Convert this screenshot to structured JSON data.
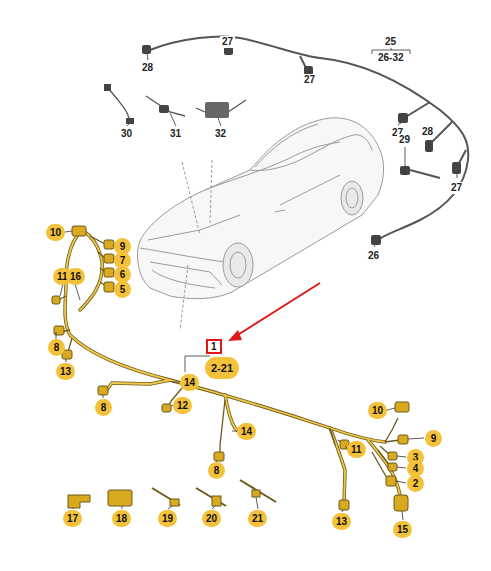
{
  "diagram": {
    "nodes": [
      {
        "text": [
          "10"
        ]
      },
      {
        "text": [
          "9"
        ]
      },
      {
        "text": [
          "7"
        ]
      },
      {
        "text": [
          "6"
        ]
      },
      {
        "text": [
          "11"
        ]
      },
      {
        "text": [
          "16"
        ]
      },
      {
        "text": [
          "5"
        ]
      },
      {
        "text": [
          "1"
        ]
      },
      {
        "text": [
          "8"
        ]
      },
      {
        "text": [
          "2-21"
        ]
      },
      {
        "text": [
          "13"
        ]
      },
      {
        "text": [
          "14"
        ]
      },
      {
        "text": [
          "12"
        ]
      },
      {
        "text": [
          "8"
        ]
      },
      {
        "text": [
          "10"
        ]
      },
      {
        "text": [
          "14"
        ]
      },
      {
        "text": [
          "9"
        ]
      },
      {
        "text": [
          "11"
        ]
      },
      {
        "text": [
          "3"
        ]
      },
      {
        "text": [
          "4"
        ]
      },
      {
        "text": [
          "8"
        ]
      },
      {
        "text": [
          "2"
        ]
      },
      {
        "text": [
          "17"
        ]
      },
      {
        "text": [
          "18"
        ]
      },
      {
        "text": [
          "19"
        ]
      },
      {
        "text": [
          "20"
        ]
      },
      {
        "text": [
          "21"
        ]
      },
      {
        "text": [
          "13"
        ]
      },
      {
        "text": [
          "15"
        ]
      }
    ],
    "labels": [
      "25",
      "27",
      "26-32",
      "28",
      "27",
      "27",
      "30",
      "31",
      "32",
      "28",
      "29",
      "27",
      "26"
    ]
  }
}
